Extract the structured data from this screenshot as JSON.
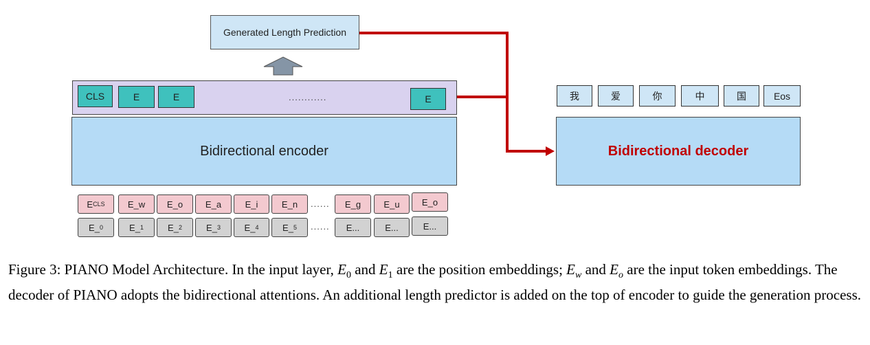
{
  "diagram": {
    "length_prediction": "Generated Length Prediction",
    "encoder_top": {
      "cls": "CLS",
      "tokens": [
        "E",
        "E"
      ],
      "dots": "............",
      "last_token": "E"
    },
    "encoder_label": "Bidirectional encoder",
    "decoder_label": "Bidirectional decoder",
    "output_tokens": [
      "我",
      "爱",
      "你",
      "中",
      "国",
      "Eos"
    ],
    "token_embeddings": {
      "cls": {
        "main": "E",
        "sub": "CLS"
      },
      "items": [
        "E_w",
        "E_o",
        "E_a",
        "E_i",
        "E_n"
      ],
      "dots": "......",
      "tail": [
        "E_g",
        "E_u",
        "E_o"
      ]
    },
    "position_embeddings": {
      "items": [
        {
          "main": "E_",
          "sub": "0"
        },
        {
          "main": "E_",
          "sub": "1"
        },
        {
          "main": "E_",
          "sub": "2"
        },
        {
          "main": "E_",
          "sub": "3"
        },
        {
          "main": "E_",
          "sub": "4"
        },
        {
          "main": "E_",
          "sub": "5"
        }
      ],
      "dots": "......",
      "tail": [
        "E...",
        "E...",
        "E..."
      ]
    },
    "colors": {
      "arrow_red": "#c00000",
      "arrow_gray": "#8595a6",
      "token_pink": "#f3c9cf",
      "position_gray": "#d2d2d2",
      "teal": "#3fc1bd",
      "lavender": "#d9d2ef",
      "light_blue": "#b5dbf6"
    }
  },
  "caption": {
    "prefix": "Figure 3: PIANO Model Architecture. In the input layer, ",
    "m1": "E",
    "m1_sub": "0",
    "t1": " and ",
    "m2": "E",
    "m2_sub": "1",
    "t2": " are the position embeddings; ",
    "m3": "E",
    "m3_sub": "w",
    "t3": " and ",
    "m4": "E",
    "m4_sub": "o",
    "rest": " are the input token embeddings. The decoder of PIANO adopts the bidirectional attentions. An additional length predictor is added on the top of encoder to guide the generation process."
  }
}
